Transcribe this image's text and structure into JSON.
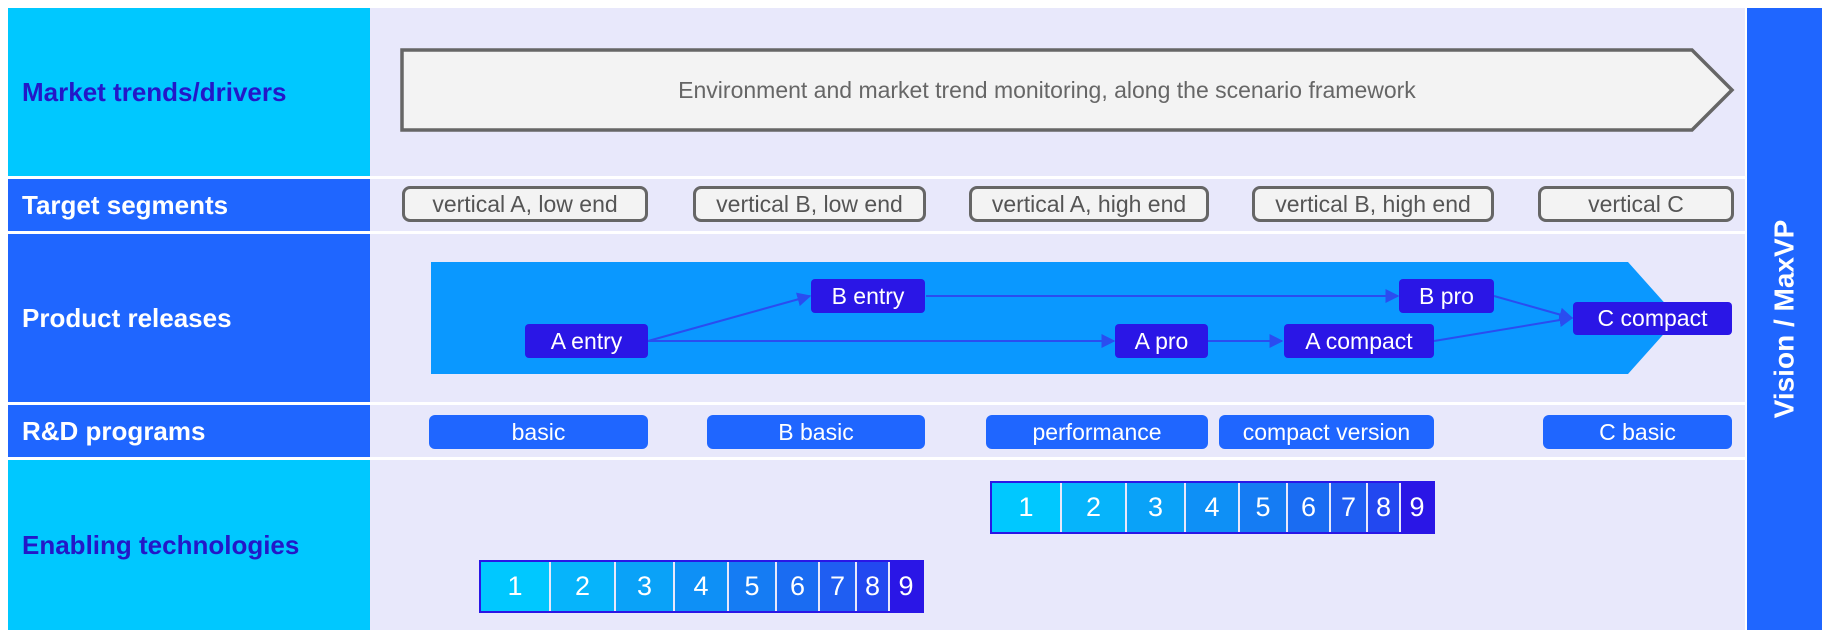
{
  "rows": {
    "market": "Market trends/drivers",
    "segments": "Target segments",
    "products": "Product releases",
    "programs": "R&D programs",
    "technologies": "Enabling technologies"
  },
  "market_banner": "Environment and market trend monitoring, along the scenario framework",
  "segments": [
    "vertical A, low end",
    "vertical B, low end",
    "vertical A, high end",
    "vertical B, high end",
    "vertical C"
  ],
  "products": [
    "A entry",
    "B entry",
    "A pro",
    "A compact",
    "B pro",
    "C compact"
  ],
  "programs": [
    "basic",
    "B basic",
    "performance",
    "compact version",
    "C basic"
  ],
  "tech_labels": [
    "1",
    "2",
    "3",
    "4",
    "5",
    "6",
    "7",
    "8",
    "9"
  ],
  "vision": "Vision / MaxVP",
  "colors": {
    "label_cyan": "#00c8ff",
    "label_blue": "#1f66ff",
    "row_bg": "#e8e8fb",
    "product_band": "#0a98ff",
    "product_box": "#2a16e6",
    "tech_gradient": [
      "#00c8ff",
      "#06b4fb",
      "#0aa2f8",
      "#0e90f6",
      "#157cf3",
      "#1a6cf2",
      "#1f5ef2",
      "#2248f0",
      "#2a16e6"
    ]
  }
}
